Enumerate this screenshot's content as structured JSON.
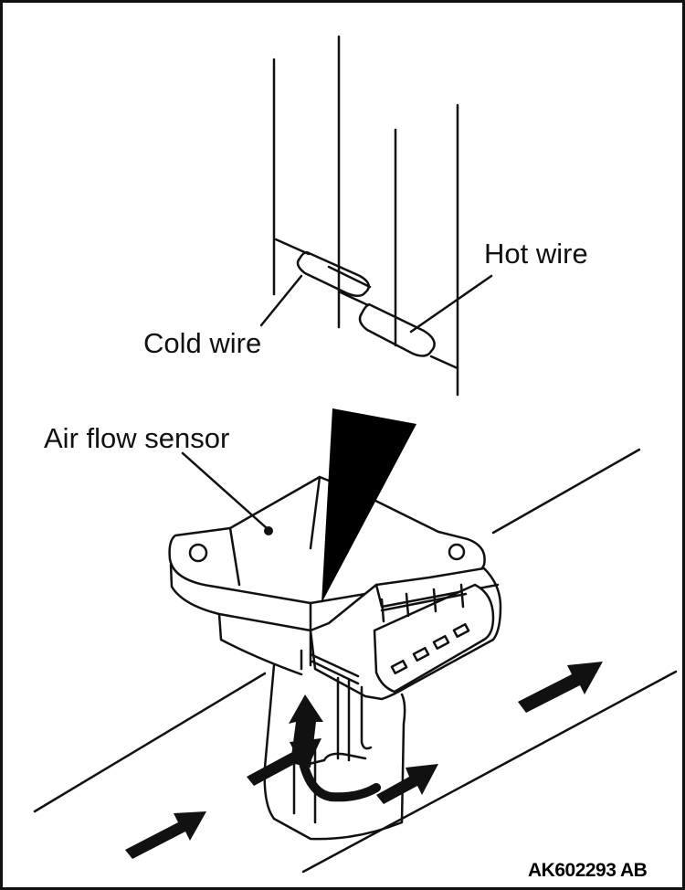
{
  "labels": {
    "hot_wire": "Hot wire",
    "cold_wire": "Cold wire",
    "air_flow_sensor": "Air flow sensor"
  },
  "figure_id": "AK602293 AB"
}
